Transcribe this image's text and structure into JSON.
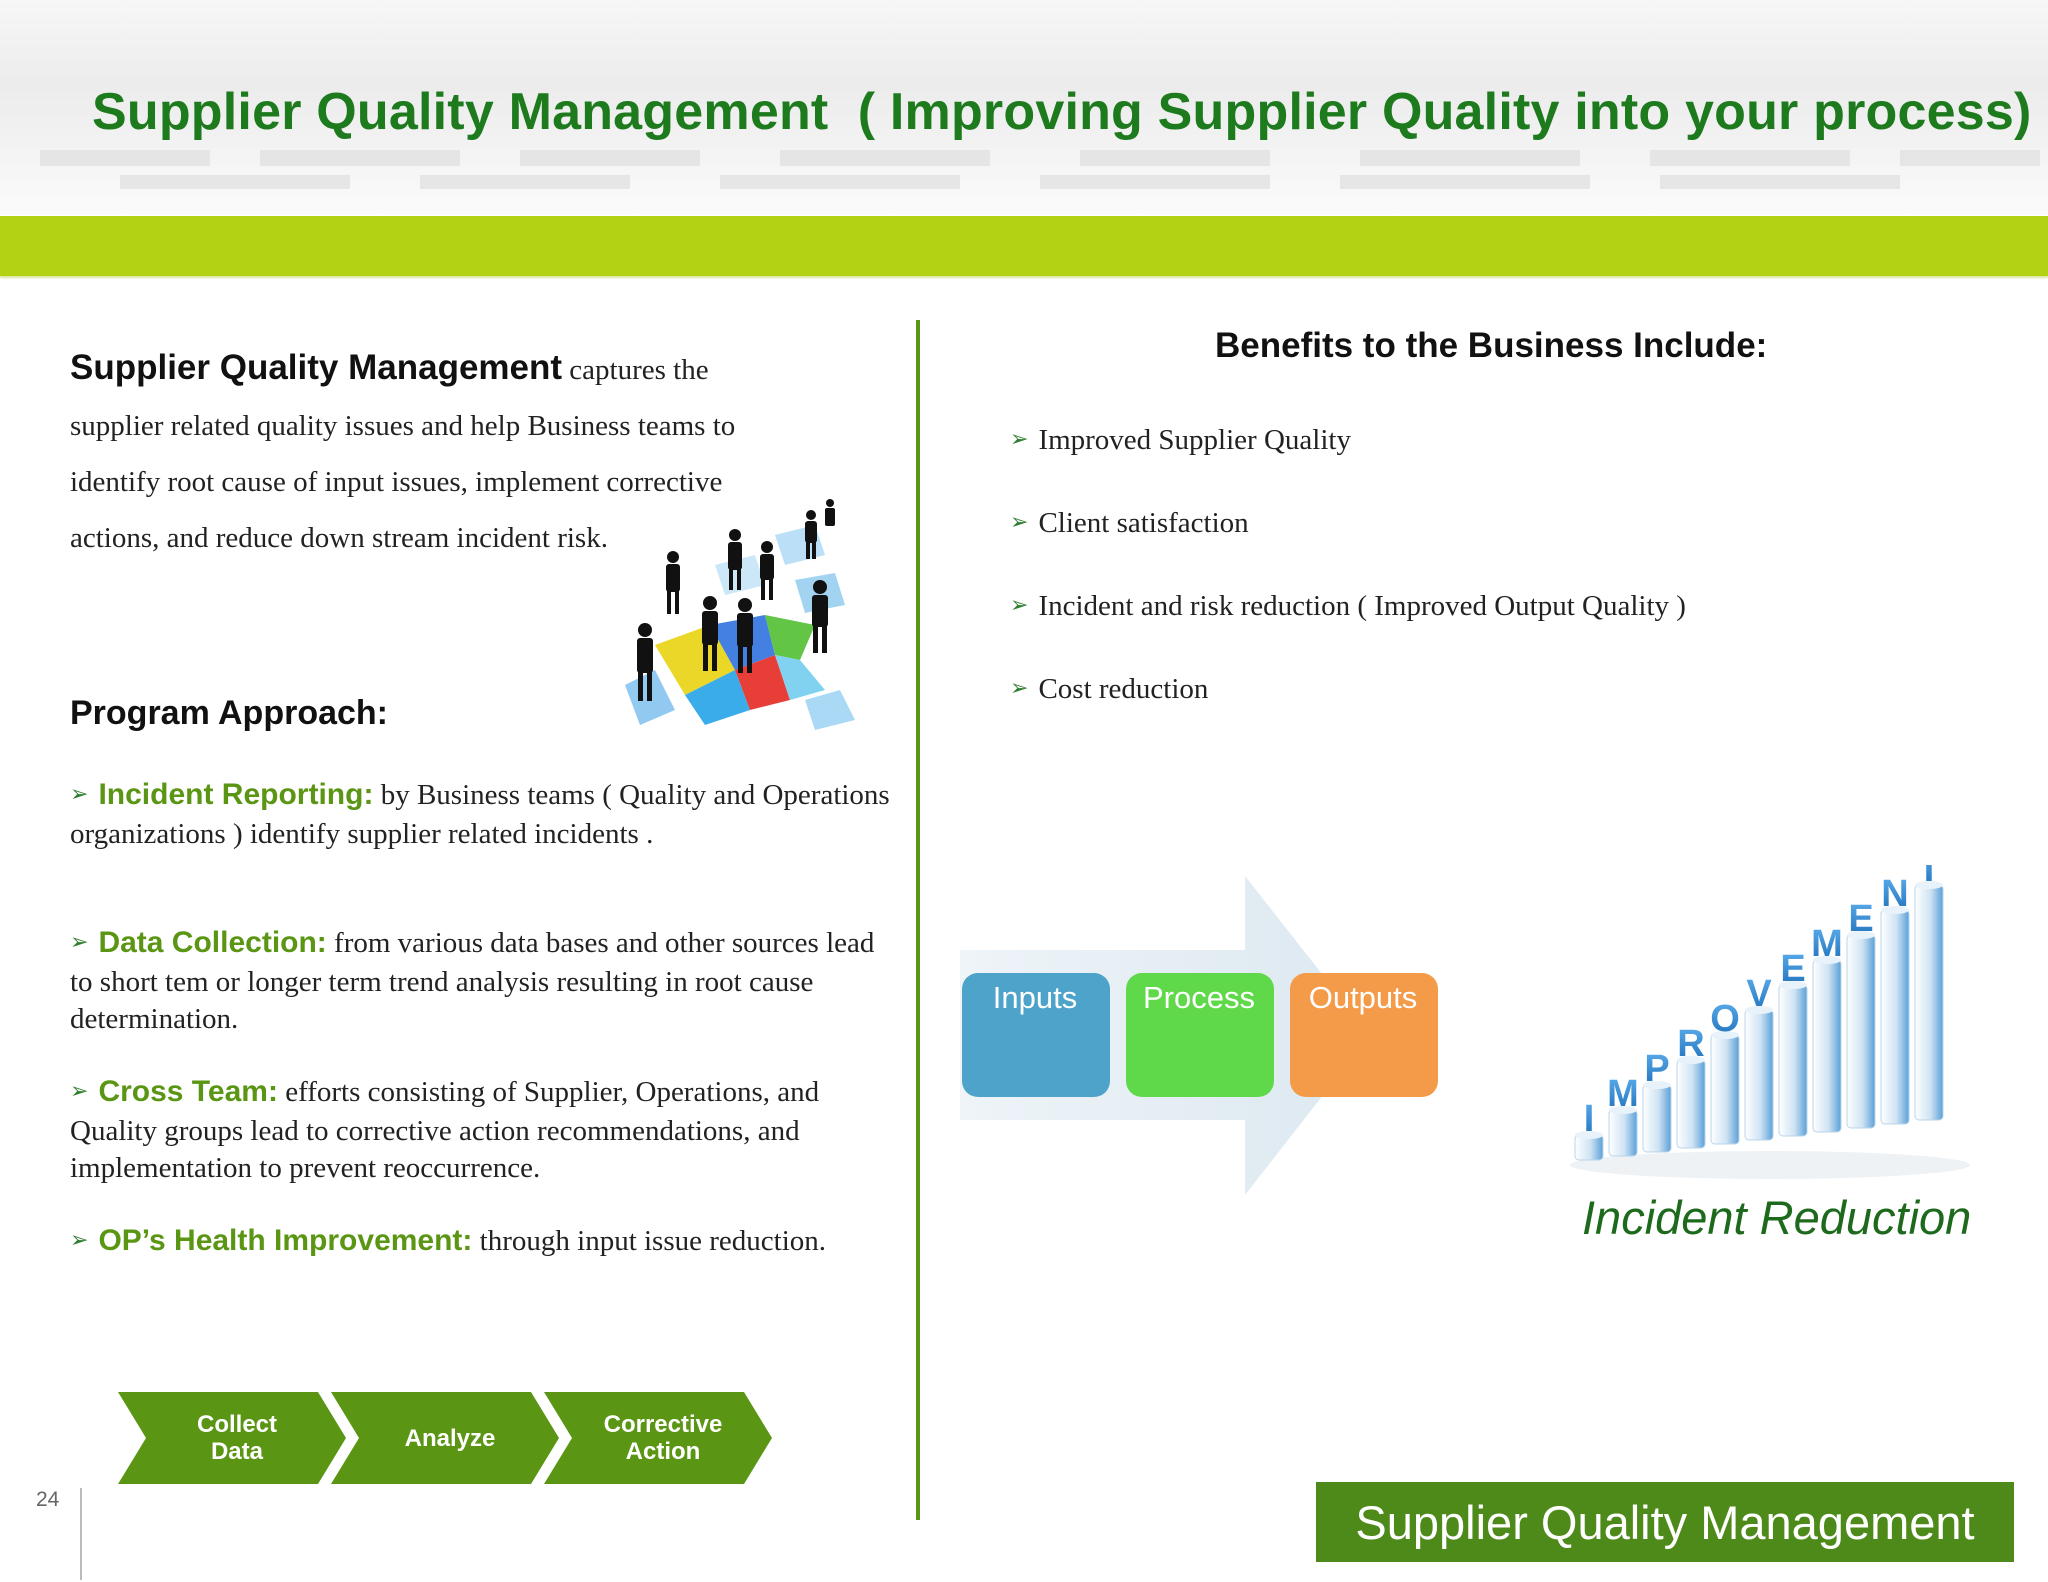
{
  "slide": {
    "title": "Supplier Quality Management  ( Improving Supplier Quality into your process)",
    "page_number": "24",
    "footer_badge": "Supplier Quality Management"
  },
  "intro": {
    "lead": "Supplier Quality Management",
    "text": " captures the supplier related quality issues and help Business teams to identify  root cause of input issues, implement corrective actions,  and reduce down stream  incident risk."
  },
  "approach": {
    "heading": "Program Approach:",
    "items": [
      {
        "keyword": "Incident Reporting",
        "sep": ":",
        "text": " by Business teams ( Quality and Operations organizations ) identify supplier related incidents ."
      },
      {
        "keyword": "Data Collection:",
        "sep": "",
        "text": " from various data bases and other sources lead to short tem or longer term trend analysis resulting in root cause determination."
      },
      {
        "keyword": "Cross Team:",
        "sep": "",
        "text": " efforts consisting of Supplier, Operations, and Quality groups lead to corrective action recommendations, and implementation to prevent reoccurrence."
      },
      {
        "keyword": "OP’s Health Improvement:",
        "sep": "",
        "text": " through input issue reduction."
      }
    ]
  },
  "process_steps": [
    {
      "line1": "Collect",
      "line2": "Data"
    },
    {
      "line1": "Analyze",
      "line2": ""
    },
    {
      "line1": "Corrective",
      "line2": "Action"
    }
  ],
  "benefits": {
    "heading": "Benefits to the Business Include:",
    "items": [
      "Improved Supplier Quality",
      "Client satisfaction",
      "Incident  and risk reduction ( Improved Output Quality )",
      "Cost reduction"
    ]
  },
  "ipo": {
    "inputs": "Inputs",
    "process": "Process",
    "outputs": "Outputs"
  },
  "improvement_graphic": {
    "letters": [
      "I",
      "M",
      "P",
      "R",
      "O",
      "V",
      "E",
      "M",
      "E",
      "N",
      "T"
    ],
    "caption": "Incident Reduction"
  },
  "colors": {
    "title_green": "#1d7a1d",
    "bar_green": "#b3d214",
    "keyword_green": "#5a9614",
    "chevron_green": "#5a9614",
    "badge_green": "#4e8a1a",
    "inputs_blue": "#4da3c9",
    "process_green": "#5fd94a",
    "outputs_orange": "#f49b4a"
  },
  "icons": {
    "bullet": "arrow-bullet-icon",
    "people_puzzle": "business-people-puzzle-icon"
  }
}
